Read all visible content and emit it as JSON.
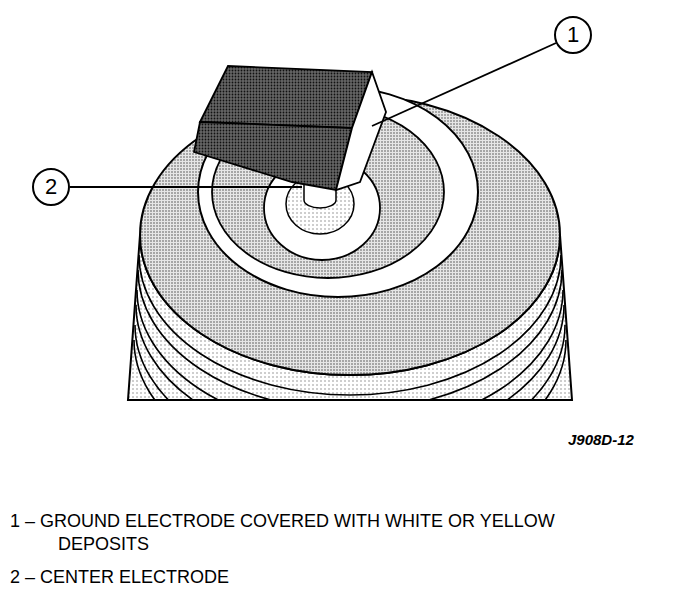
{
  "diagram": {
    "nodes": [
      {
        "text": [
          "1"
        ]
      },
      {
        "text": [
          "2"
        ]
      }
    ],
    "labels": [
      "J908D-12",
      "1 – GROUND ELECTRODE COVERED WITH WHITE OR YELLOW DEPOSITS",
      "2 – CENTER ELECTRODE"
    ]
  }
}
